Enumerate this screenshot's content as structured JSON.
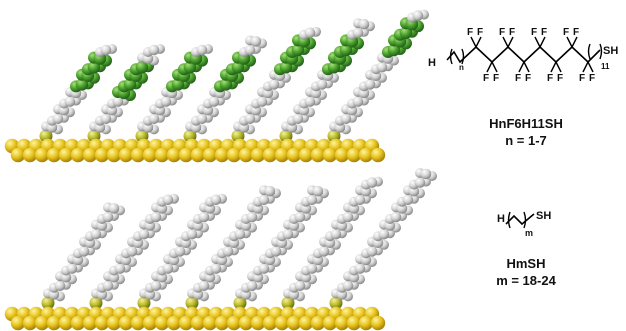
{
  "top_formula": {
    "atoms": {
      "h": "H",
      "f": "F",
      "sh": "SH"
    },
    "sub_n": "n",
    "sub_11": "11"
  },
  "top_caption": {
    "name": "HnF6H11SH",
    "range": "n = 1-7"
  },
  "bottom_formula": {
    "atoms": {
      "h": "H",
      "sh": "SH"
    },
    "sub_m": "m"
  },
  "bottom_caption": {
    "name": "HmSH",
    "range": "m = 18-24"
  },
  "colors": {
    "gold": "#e6c21a",
    "sulfur": "#b5b92a",
    "fluorine": "#49a02c",
    "hydrocarbon": "#d3d3d3",
    "bond": "#000000"
  }
}
